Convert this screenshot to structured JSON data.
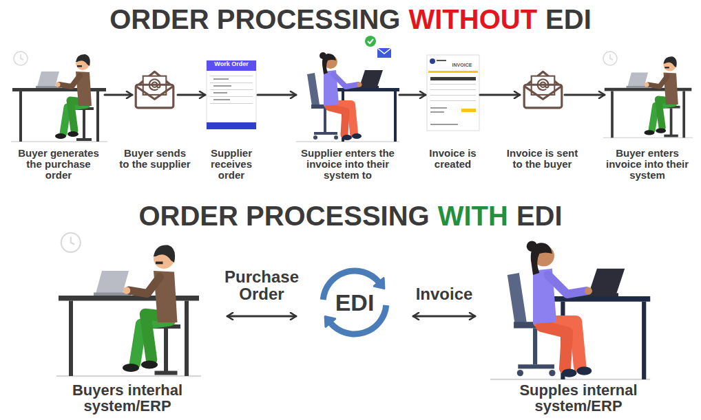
{
  "diagram": {
    "nodes": [
      {
        "text": [
          "Buyer generates the purchase order"
        ]
      },
      {
        "text": [
          "Buyer sends to the supplier"
        ]
      },
      {
        "text": [
          "Supplier receives order"
        ]
      },
      {
        "text": [
          "Supplier enters the invoice into their system to"
        ]
      },
      {
        "text": [
          "Invoice is created"
        ]
      },
      {
        "text": [
          "Invoice is sent to the buyer"
        ]
      },
      {
        "text": [
          "Buyer enters invoice into their system"
        ]
      },
      {
        "text": [
          "Buyers interhal system/ERP"
        ]
      },
      {
        "text": [
          "EDI"
        ]
      },
      {
        "text": [
          "Supples internal system/ERP"
        ]
      }
    ],
    "edges": [
      {
        "from": 0,
        "to": 1,
        "arrow": "to"
      },
      {
        "from": 1,
        "to": 2,
        "arrow": "to"
      },
      {
        "from": 2,
        "to": 3,
        "arrow": "to"
      },
      {
        "from": 3,
        "to": 4,
        "arrow": "to"
      },
      {
        "from": 4,
        "to": 5,
        "arrow": "to"
      },
      {
        "from": 5,
        "to": 6,
        "arrow": "to"
      },
      {
        "from": 7,
        "to": 8,
        "label": "Purchase Order",
        "arrow": "both"
      },
      {
        "from": 8,
        "to": 9,
        "label": "Invoice",
        "arrow": "both"
      }
    ],
    "labels": [
      "ORDER PROCESSING",
      "WITHOUT",
      "EDI",
      "ORDER PROCESSING",
      "WITH",
      "EDI",
      "Work Order",
      "INVOICE"
    ]
  }
}
